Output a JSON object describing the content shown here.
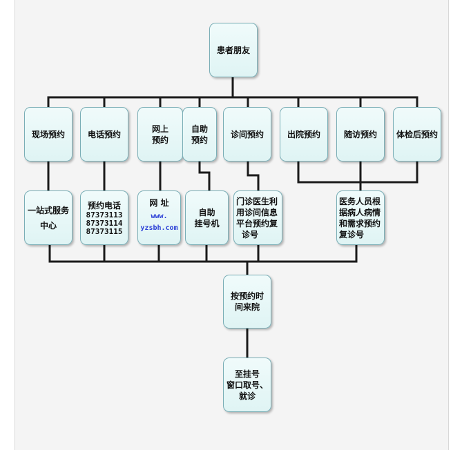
{
  "diagram": {
    "root": {
      "lines": [
        "患者朋友"
      ]
    },
    "channels": [
      {
        "lines": [
          "现场预约"
        ]
      },
      {
        "lines": [
          "电话预约"
        ]
      },
      {
        "lines": [
          "网上",
          "预约"
        ]
      },
      {
        "lines": [
          "自助",
          "预约"
        ]
      },
      {
        "lines": [
          "诊间预约"
        ]
      },
      {
        "lines": [
          "出院预约"
        ]
      },
      {
        "lines": [
          "随访预约"
        ]
      },
      {
        "lines": [
          "体检后预约"
        ]
      }
    ],
    "details": {
      "onsite": {
        "lines": [
          "一站式服务",
          "中心"
        ]
      },
      "phone": {
        "title": "预约电话",
        "numbers": [
          "87373113",
          "87373114",
          "87373115"
        ]
      },
      "web": {
        "title": "网 址",
        "url_lines": [
          "www.",
          "yzsbh.com"
        ]
      },
      "kiosk": {
        "lines": [
          "自助",
          "挂号机"
        ]
      },
      "clinic": {
        "lines": [
          "门诊医生利",
          "用诊间信息",
          "平台预约复",
          "诊号"
        ]
      },
      "followup": {
        "lines": [
          "医务人员根",
          "据病人病情",
          "和需求预约",
          "复诊号"
        ]
      }
    },
    "arrive": {
      "lines": [
        "按预约时",
        "间来院"
      ]
    },
    "final": {
      "lines": [
        "至挂号",
        "窗口取号、",
        "就诊"
      ]
    }
  }
}
